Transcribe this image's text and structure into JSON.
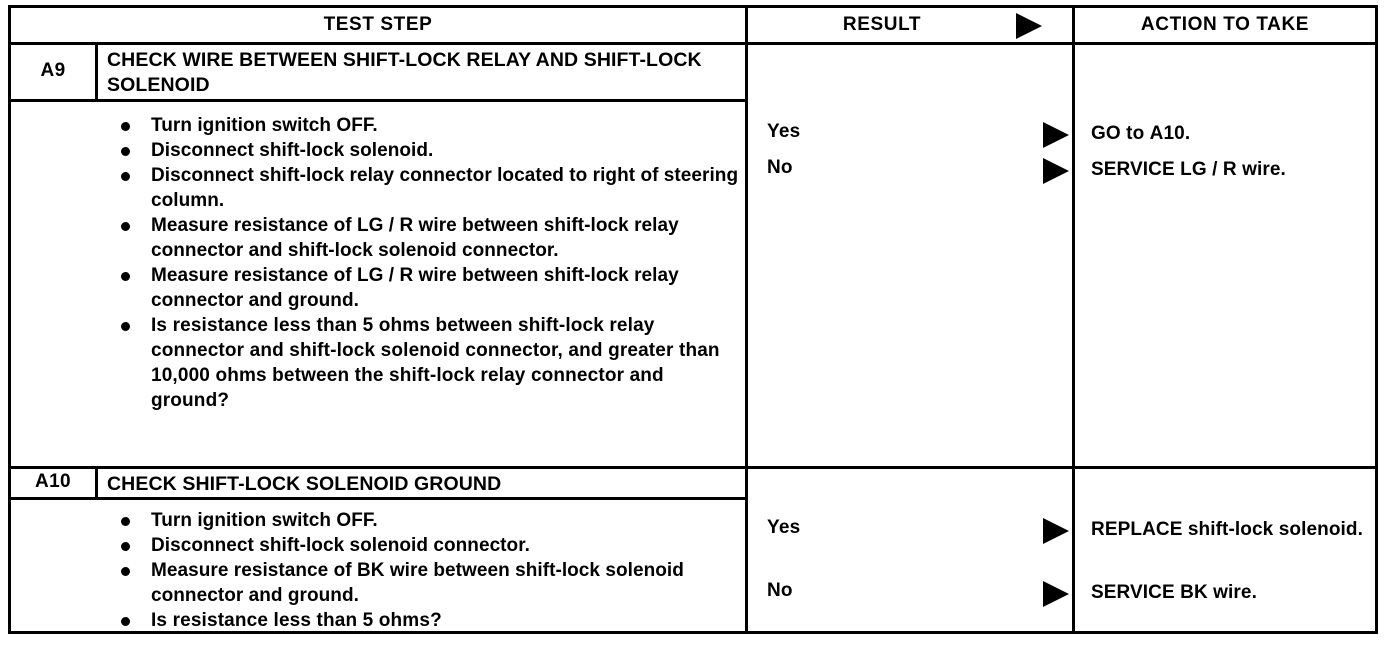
{
  "document": {
    "type": "pinpoint-test-table",
    "ink_color": "#000000",
    "paper_color": "#ffffff"
  },
  "header": {
    "test_step": "TEST STEP",
    "result": "RESULT",
    "action_to_take": "ACTION TO TAKE",
    "arrow_icon": "triangle-right-icon"
  },
  "steps": [
    {
      "id": "A9",
      "title": "CHECK WIRE BETWEEN SHIFT-LOCK RELAY AND SHIFT-LOCK SOLENOID",
      "bullets": [
        {
          "text": "Turn ignition switch OFF.",
          "emphasis": "normal"
        },
        {
          "text": "Disconnect shift-lock solenoid.",
          "emphasis": "normal"
        },
        {
          "text": "Disconnect shift-lock relay connector located to right of steering column.",
          "emphasis": "normal"
        },
        {
          "text": "Measure resistance of LG / R wire between shift-lock relay connector and shift-lock solenoid connector.",
          "emphasis": "normal"
        },
        {
          "text": "Measure resistance of LG / R wire between shift-lock relay connector and ground.",
          "emphasis": "normal"
        },
        {
          "text": "Is resistance less than 5 ohms between shift-lock relay connector and shift-lock solenoid connector, and greater than 10,000 ohms between the shift-lock relay connector and ground?",
          "emphasis": "heavy"
        }
      ],
      "answers": [
        {
          "result": "Yes",
          "action_prefix": "GO to ",
          "action_bold": "A10",
          "action_suffix": "."
        },
        {
          "result": "No",
          "action_prefix": "SERVICE LG / R wire.",
          "action_bold": "",
          "action_suffix": ""
        }
      ]
    },
    {
      "id": "A10",
      "title": "CHECK SHIFT-LOCK SOLENOID GROUND",
      "bullets": [
        {
          "text": "Turn ignition switch OFF.",
          "emphasis": "normal"
        },
        {
          "text": "Disconnect shift-lock solenoid connector.",
          "emphasis": "normal"
        },
        {
          "text": "Measure resistance of BK wire between shift-lock solenoid connector and ground.",
          "emphasis": "normal"
        },
        {
          "text": "Is resistance less than 5 ohms?",
          "emphasis": "heavy"
        }
      ],
      "answers": [
        {
          "result": "Yes",
          "action_prefix": "REPLACE shift-lock solenoid.",
          "action_bold": "",
          "action_suffix": ""
        },
        {
          "result": "No",
          "action_prefix": "SERVICE BK wire.",
          "action_bold": "",
          "action_suffix": ""
        }
      ]
    }
  ]
}
